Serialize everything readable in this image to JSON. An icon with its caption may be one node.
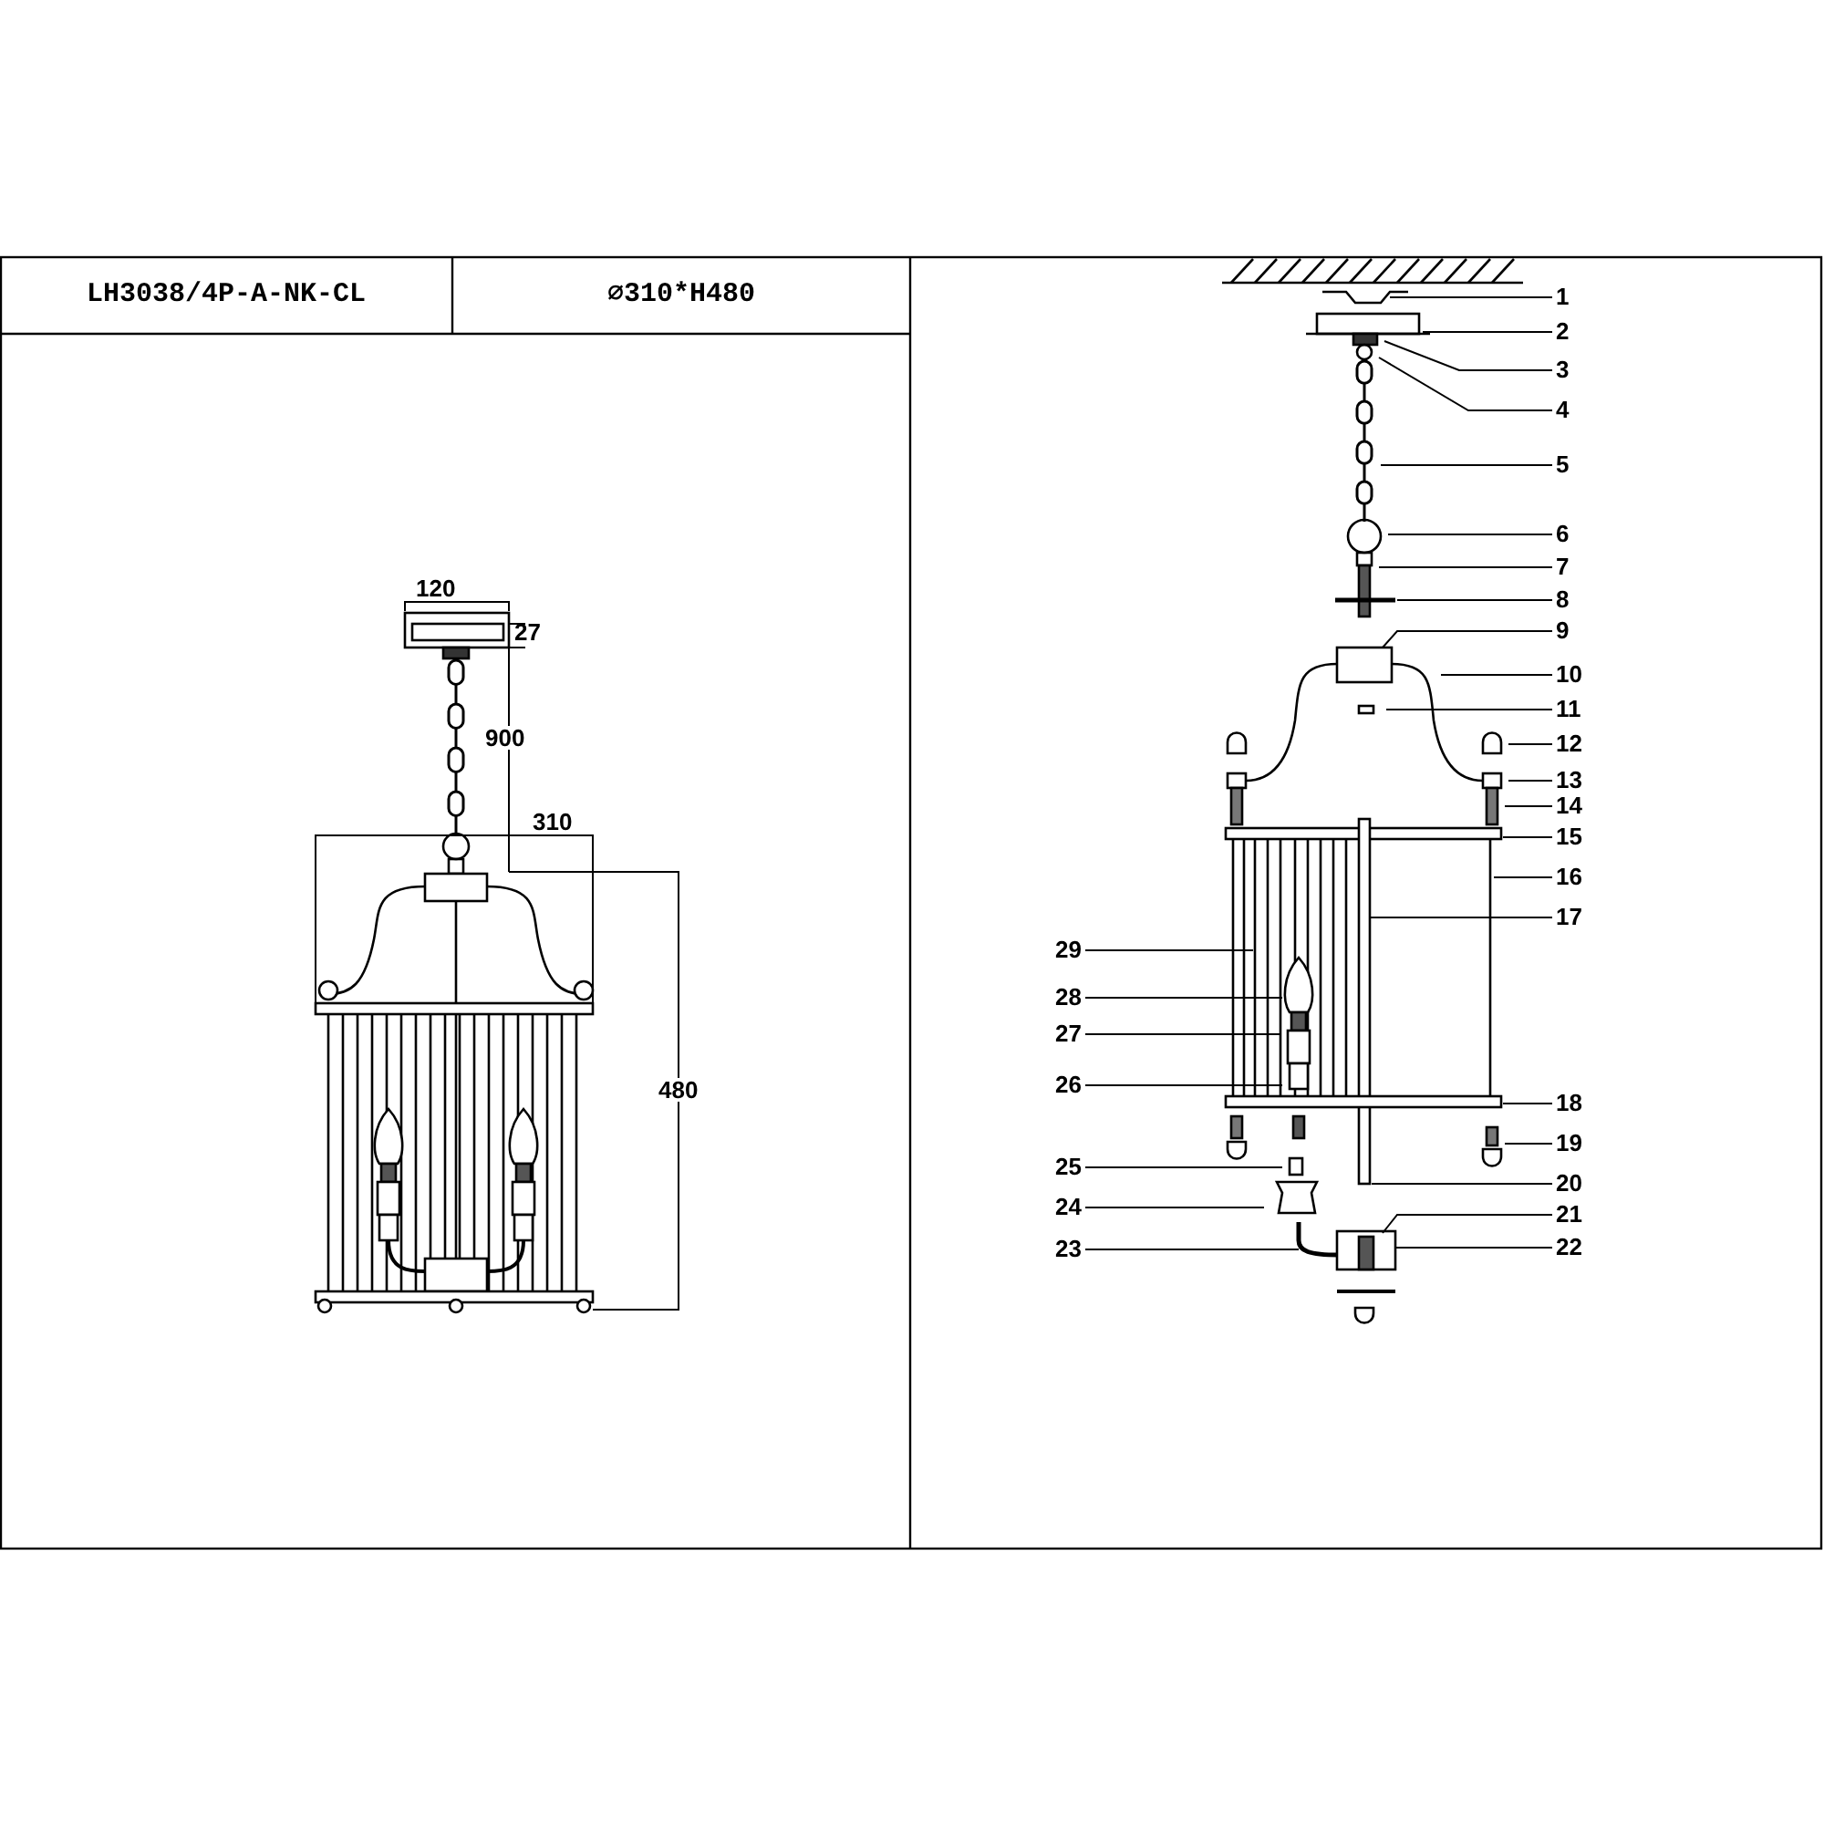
{
  "diagram": {
    "nodes": [
      {
        "text": [
          "1"
        ]
      },
      {
        "text": [
          "2"
        ]
      },
      {
        "text": [
          "3"
        ]
      },
      {
        "text": [
          "4"
        ]
      },
      {
        "text": [
          "5"
        ]
      },
      {
        "text": [
          "6"
        ]
      },
      {
        "text": [
          "7"
        ]
      },
      {
        "text": [
          "8"
        ]
      },
      {
        "text": [
          "9"
        ]
      },
      {
        "text": [
          "10"
        ]
      },
      {
        "text": [
          "11"
        ]
      },
      {
        "text": [
          "12"
        ]
      },
      {
        "text": [
          "13"
        ]
      },
      {
        "text": [
          "14"
        ]
      },
      {
        "text": [
          "15"
        ]
      },
      {
        "text": [
          "16"
        ]
      },
      {
        "text": [
          "17"
        ]
      },
      {
        "text": [
          "18"
        ]
      },
      {
        "text": [
          "19"
        ]
      },
      {
        "text": [
          "20"
        ]
      },
      {
        "text": [
          "21"
        ]
      },
      {
        "text": [
          "22"
        ]
      },
      {
        "text": [
          "23"
        ]
      },
      {
        "text": [
          "24"
        ]
      },
      {
        "text": [
          "25"
        ]
      },
      {
        "text": [
          "26"
        ]
      },
      {
        "text": [
          "27"
        ]
      },
      {
        "text": [
          "28"
        ]
      },
      {
        "text": [
          "29"
        ]
      }
    ],
    "edges": [
      {
        "from": 0,
        "to": null,
        "arrow": "none"
      },
      {
        "from": 1,
        "to": null,
        "arrow": "none"
      },
      {
        "from": 2,
        "to": null,
        "arrow": "none"
      },
      {
        "from": 3,
        "to": null,
        "arrow": "none"
      },
      {
        "from": 4,
        "to": null,
        "arrow": "none"
      },
      {
        "from": 5,
        "to": null,
        "arrow": "none"
      },
      {
        "from": 6,
        "to": null,
        "arrow": "none"
      },
      {
        "from": 7,
        "to": null,
        "arrow": "none"
      },
      {
        "from": 8,
        "to": null,
        "arrow": "none"
      },
      {
        "from": 9,
        "to": null,
        "arrow": "none"
      },
      {
        "from": 10,
        "to": null,
        "arrow": "none"
      },
      {
        "from": 11,
        "to": null,
        "arrow": "none"
      },
      {
        "from": 12,
        "to": null,
        "arrow": "none"
      },
      {
        "from": 13,
        "to": null,
        "arrow": "none"
      },
      {
        "from": 14,
        "to": null,
        "arrow": "none"
      },
      {
        "from": 15,
        "to": null,
        "arrow": "none"
      },
      {
        "from": 16,
        "to": null,
        "arrow": "none"
      },
      {
        "from": 17,
        "to": null,
        "arrow": "none"
      },
      {
        "from": 18,
        "to": null,
        "arrow": "none"
      },
      {
        "from": 19,
        "to": null,
        "arrow": "none"
      },
      {
        "from": 20,
        "to": null,
        "arrow": "none"
      },
      {
        "from": 21,
        "to": null,
        "arrow": "none"
      },
      {
        "from": 22,
        "to": null,
        "arrow": "none"
      },
      {
        "from": 23,
        "to": null,
        "arrow": "none"
      },
      {
        "from": 24,
        "to": null,
        "arrow": "none"
      },
      {
        "from": 25,
        "to": null,
        "arrow": "none"
      },
      {
        "from": 26,
        "to": null,
        "arrow": "none"
      },
      {
        "from": 27,
        "to": null,
        "arrow": "none"
      },
      {
        "from": 28,
        "to": null,
        "arrow": "none"
      }
    ],
    "labels": [
      "LH3038/4P-A-NK-CL",
      "⌀310*H480",
      "120",
      "27",
      "900",
      "310",
      "480"
    ]
  }
}
